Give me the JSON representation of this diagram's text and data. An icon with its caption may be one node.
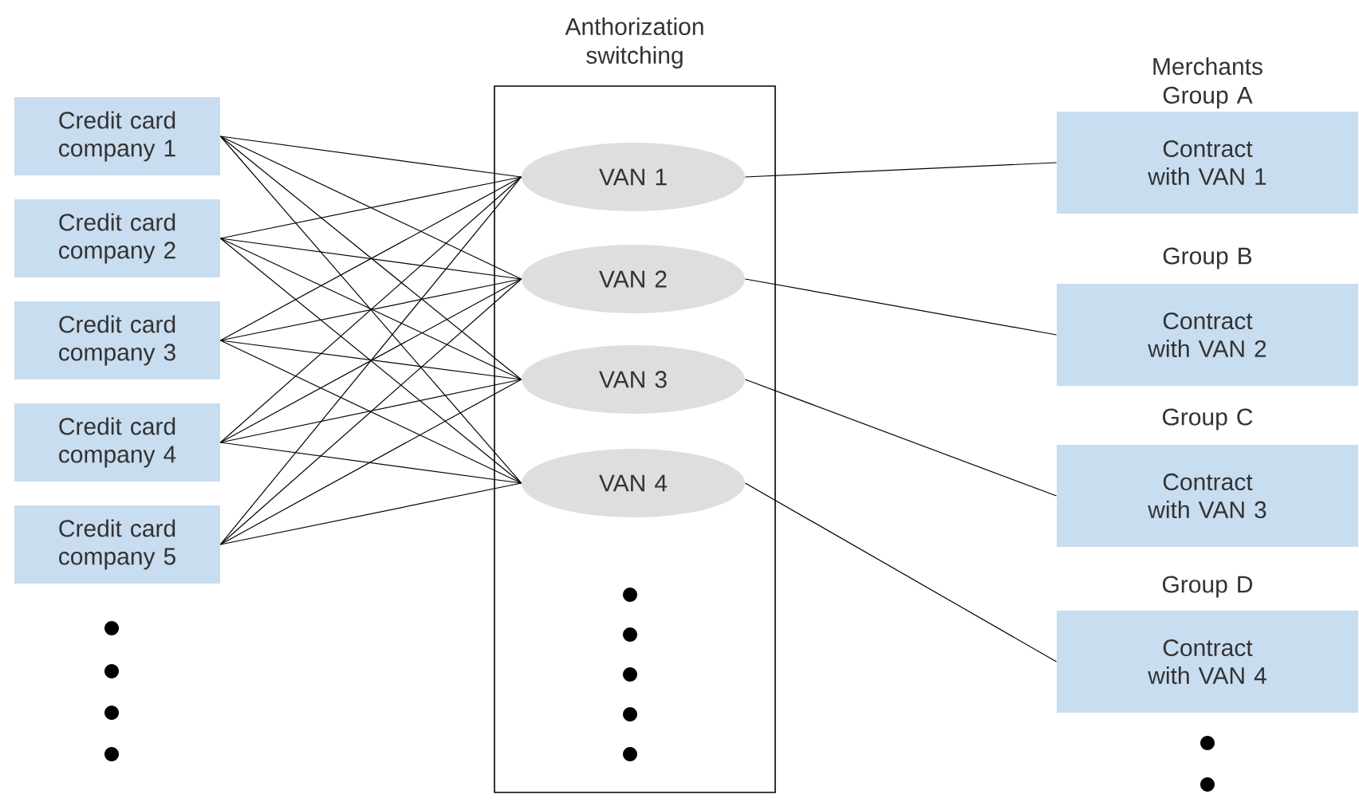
{
  "diagram": {
    "nodes": [
      {
        "text": [
          "Anthorization switching"
        ]
      },
      {
        "text": [
          "Credit card company 1"
        ]
      },
      {
        "text": [
          "Credit card company 2"
        ]
      },
      {
        "text": [
          "Credit card company 3"
        ]
      },
      {
        "text": [
          "Credit card company 4"
        ]
      },
      {
        "text": [
          "Credit card company 5"
        ]
      },
      {
        "text": [
          "VAN 1"
        ],
        "in": 0
      },
      {
        "text": [
          "VAN 2"
        ],
        "in": 0
      },
      {
        "text": [
          "VAN 3"
        ],
        "in": 0
      },
      {
        "text": [
          "VAN 4"
        ],
        "in": 0
      },
      {
        "text": [
          "Merchants Group A",
          "Contract with VAN 1"
        ]
      },
      {
        "text": [
          "Group B",
          "Contract with VAN 2"
        ]
      },
      {
        "text": [
          "Group C",
          "Contract with VAN 3"
        ]
      },
      {
        "text": [
          "Group D",
          "Contract with VAN 4"
        ]
      }
    ],
    "edges": [
      {
        "from": 1,
        "to": 6,
        "arrow": "none"
      },
      {
        "from": 1,
        "to": 7,
        "arrow": "none"
      },
      {
        "from": 1,
        "to": 8,
        "arrow": "none"
      },
      {
        "from": 1,
        "to": 9,
        "arrow": "none"
      },
      {
        "from": 2,
        "to": 6,
        "arrow": "none"
      },
      {
        "from": 2,
        "to": 7,
        "arrow": "none"
      },
      {
        "from": 2,
        "to": 8,
        "arrow": "none"
      },
      {
        "from": 2,
        "to": 9,
        "arrow": "none"
      },
      {
        "from": 3,
        "to": 6,
        "arrow": "none"
      },
      {
        "from": 3,
        "to": 7,
        "arrow": "none"
      },
      {
        "from": 3,
        "to": 8,
        "arrow": "none"
      },
      {
        "from": 3,
        "to": 9,
        "arrow": "none"
      },
      {
        "from": 4,
        "to": 6,
        "arrow": "none"
      },
      {
        "from": 4,
        "to": 7,
        "arrow": "none"
      },
      {
        "from": 4,
        "to": 8,
        "arrow": "none"
      },
      {
        "from": 4,
        "to": 9,
        "arrow": "none"
      },
      {
        "from": 5,
        "to": 6,
        "arrow": "none"
      },
      {
        "from": 5,
        "to": 7,
        "arrow": "none"
      },
      {
        "from": 5,
        "to": 8,
        "arrow": "none"
      },
      {
        "from": 5,
        "to": 9,
        "arrow": "none"
      },
      {
        "from": 6,
        "to": 10,
        "arrow": "none"
      },
      {
        "from": 7,
        "to": 11,
        "arrow": "none"
      },
      {
        "from": 8,
        "to": 12,
        "arrow": "none"
      },
      {
        "from": 9,
        "to": 13,
        "arrow": "none"
      }
    ]
  }
}
